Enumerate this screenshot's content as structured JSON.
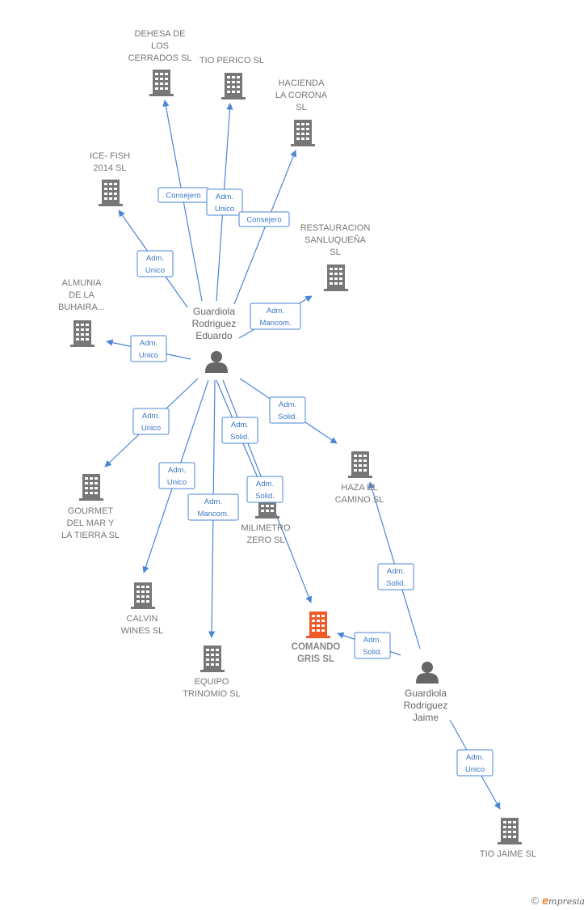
{
  "colors": {
    "edge": "#4a86d4",
    "building": "#777777",
    "building_highlight": "#f05a28",
    "person": "#666666"
  },
  "persons": [
    {
      "id": "p_eduardo",
      "label": [
        "Guardiola",
        "Rodriguez",
        "Eduardo"
      ]
    },
    {
      "id": "p_jaime",
      "label": [
        "Guardiola",
        "Rodriguez",
        "Jaime"
      ]
    }
  ],
  "companies": [
    {
      "id": "c_dehesa",
      "label": [
        "DEHESA DE",
        "LOS",
        "CERRADOS  SL"
      ]
    },
    {
      "id": "c_perico",
      "label": [
        "TIO PERICO SL"
      ]
    },
    {
      "id": "c_hacienda",
      "label": [
        "HACIENDA",
        "LA CORONA",
        "SL"
      ]
    },
    {
      "id": "c_icefish",
      "label": [
        "ICE- FISH",
        "2014  SL"
      ]
    },
    {
      "id": "c_restauracion",
      "label": [
        "RESTAURACION",
        "SANLUQUEÑA",
        "SL"
      ]
    },
    {
      "id": "c_almunia",
      "label": [
        "ALMUNIA",
        "DE LA",
        "BUHAIRA..."
      ]
    },
    {
      "id": "c_gourmet",
      "label": [
        "GOURMET",
        "DEL MAR Y",
        "LA TIERRA  SL"
      ]
    },
    {
      "id": "c_haza",
      "label": [
        "HAZA EL",
        "CAMINO  SL"
      ]
    },
    {
      "id": "c_milimetro",
      "label": [
        "MILIMETRO",
        "ZERO  SL"
      ]
    },
    {
      "id": "c_calvin",
      "label": [
        "CALVIN",
        "WINES  SL"
      ]
    },
    {
      "id": "c_comando",
      "label": [
        "COMANDO",
        "GRIS  SL"
      ],
      "highlight": true
    },
    {
      "id": "c_equipo",
      "label": [
        "EQUIPO",
        "TRINOMIO  SL"
      ]
    },
    {
      "id": "c_tiojaime",
      "label": [
        "TIO JAIME SL"
      ]
    }
  ],
  "edges": [
    {
      "from": "p_eduardo",
      "to": "c_dehesa",
      "label": [
        "Consejero"
      ]
    },
    {
      "from": "p_eduardo",
      "to": "c_perico",
      "label": [
        "Adm.",
        "Unico"
      ]
    },
    {
      "from": "p_eduardo",
      "to": "c_hacienda",
      "label": [
        "Consejero"
      ]
    },
    {
      "from": "p_eduardo",
      "to": "c_icefish",
      "label": [
        "Adm.",
        "Unico"
      ]
    },
    {
      "from": "p_eduardo",
      "to": "c_restauracion",
      "label": [
        "Adm.",
        "Mancom."
      ]
    },
    {
      "from": "p_eduardo",
      "to": "c_almunia",
      "label": [
        "Adm.",
        "Unico"
      ]
    },
    {
      "from": "p_eduardo",
      "to": "c_gourmet",
      "label": [
        "Adm.",
        "Unico"
      ]
    },
    {
      "from": "p_eduardo",
      "to": "c_haza",
      "label": [
        "Adm.",
        "Solid."
      ]
    },
    {
      "from": "p_eduardo",
      "to": "c_milimetro",
      "label": [
        "Adm.",
        "Solid."
      ]
    },
    {
      "from": "p_eduardo",
      "to": "c_calvin",
      "label": [
        "Adm.",
        "Unico"
      ]
    },
    {
      "from": "p_eduardo",
      "to": "c_comando",
      "label": [
        "Adm.",
        "Solid."
      ]
    },
    {
      "from": "p_eduardo",
      "to": "c_equipo",
      "label": [
        "Adm.",
        "Mancom."
      ]
    },
    {
      "from": "p_jaime",
      "to": "c_haza",
      "label": [
        "Adm.",
        "Solid."
      ]
    },
    {
      "from": "p_jaime",
      "to": "c_comando",
      "label": [
        "Adm.",
        "Solid."
      ]
    },
    {
      "from": "p_jaime",
      "to": "c_tiojaime",
      "label": [
        "Adm.",
        "Unico"
      ]
    }
  ],
  "footer": {
    "copyright": "©",
    "brand_initial": "e",
    "brand_rest": "mpresia"
  }
}
